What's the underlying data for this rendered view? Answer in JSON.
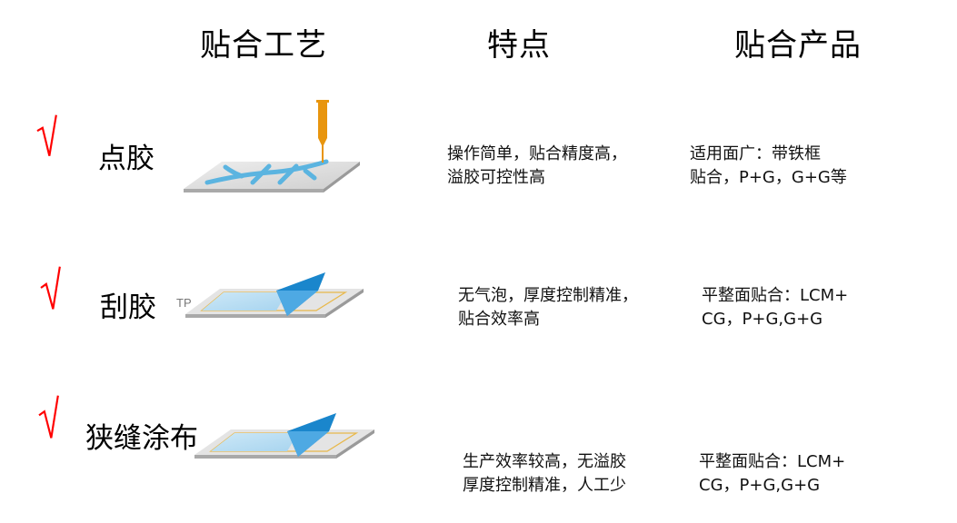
{
  "headers": {
    "process": "贴合工艺",
    "feature": "特点",
    "product": "贴合产品"
  },
  "rows": [
    {
      "checked": true,
      "process": "点胶",
      "illustration": "dispensing-needle-illustration",
      "feature_lines": [
        "操作简单，贴合精度高，",
        "溢胶可控性高"
      ],
      "product_lines": [
        "适用面广：带铁框",
        "贴合，P+G，G+G等"
      ]
    },
    {
      "checked": true,
      "process": "刮胶",
      "illustration": "squeegee-illustration",
      "illustration_label": "TP",
      "feature_lines": [
        "无气泡，厚度控制精准，",
        "贴合效率高"
      ],
      "product_lines": [
        "平整面贴合：LCM+",
        "CG，P+G,G+G"
      ]
    },
    {
      "checked": true,
      "process": "狭缝涂布",
      "illustration": "slot-die-coating-illustration",
      "feature_lines": [
        "生产效率较高，无溢胶",
        "厚度控制精准，人工少"
      ],
      "product_lines": [
        "平整面贴合：LCM+",
        "CG，P+G,G+G"
      ]
    }
  ],
  "colors": {
    "check": "#ff0000",
    "glue_blue": "#5bb4e0",
    "blade_blue": "#1a86cc",
    "needle_orange": "#e8950e",
    "plate_gray": "#d8d8d8",
    "frame_gold": "#e8b84a"
  }
}
